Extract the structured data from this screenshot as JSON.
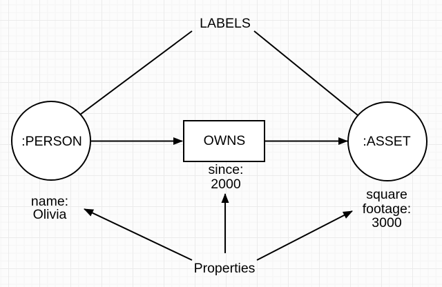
{
  "diagram": {
    "annotations": {
      "labels_caption": "LABELS",
      "properties_caption": "Properties"
    },
    "nodes": {
      "person": {
        "label": ":PERSON",
        "shape": "ellipse",
        "properties": [
          "name:",
          "Olivia"
        ]
      },
      "asset": {
        "label": ":ASSET",
        "shape": "ellipse",
        "properties": [
          "square",
          "footage:",
          "3000"
        ]
      }
    },
    "relationship": {
      "owns": {
        "label": "OWNS",
        "shape": "rectangle",
        "properties": [
          "since:",
          "2000"
        ]
      }
    },
    "colors": {
      "stroke": "#000000",
      "shape_fill": "#ffffff",
      "canvas_background": "#fcfcfc",
      "grid_minor": "#f5f5f5",
      "grid_major": "#ebebeb"
    }
  }
}
